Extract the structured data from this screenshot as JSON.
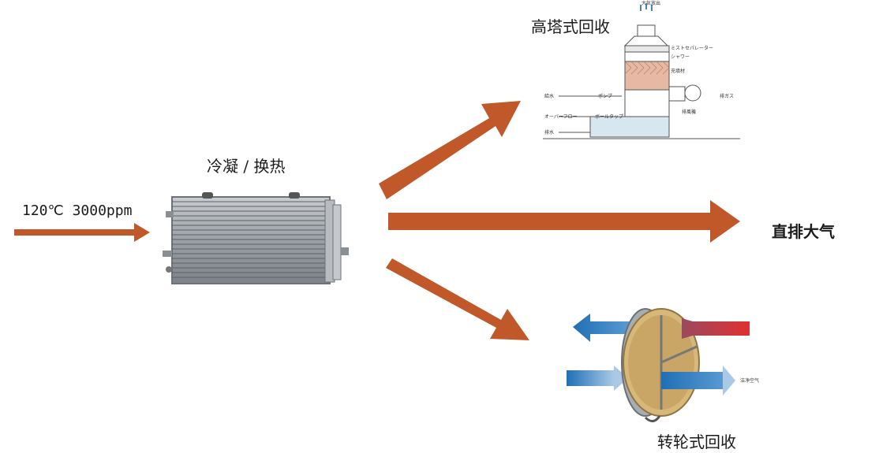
{
  "input_condition": "120℃ 3000ppm",
  "condenser_label": "冷凝 / 换热",
  "options": {
    "tower": "高塔式回收",
    "direct": "直排大气",
    "wheel": "转轮式回收"
  },
  "tower_diagram": {
    "exhaust_top": "大気放出",
    "mist_separator": "ミストセパレーター",
    "shower": "シャワー",
    "packing": "充填材",
    "pump": "ポンプ",
    "water_supply": "給水",
    "overflow": "オーバーフロー",
    "ball_tap": "ボールタップ",
    "drain": "排水",
    "fan": "排風機",
    "exhaust_gas": "排ガス"
  },
  "wheel_diagram": {
    "clean_air": "洁净空气"
  },
  "colors": {
    "arrow": "#c0582a",
    "red_in": "#d83a3a",
    "blue_out": "#2a7fc0"
  }
}
